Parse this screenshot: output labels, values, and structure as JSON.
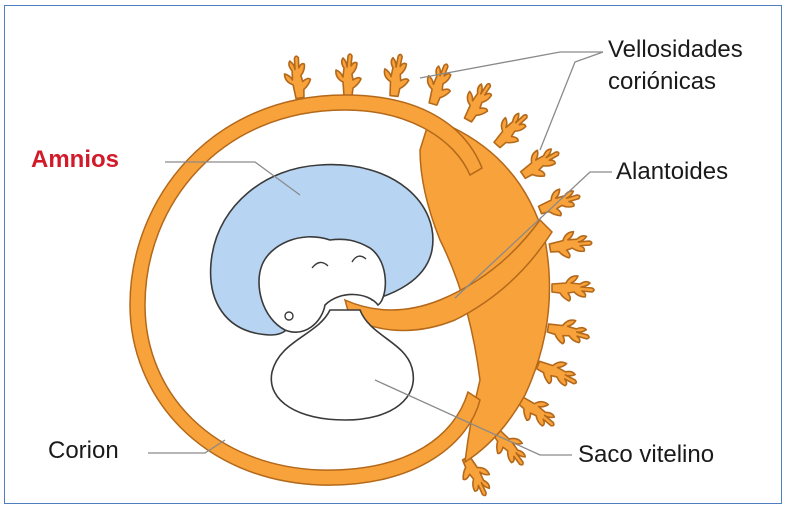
{
  "labels": {
    "vellosidades_line1": "Vellosidades",
    "vellosidades_line2": "coriónicas",
    "amnios": "Amnios",
    "alantoides": "Alantoides",
    "corion": "Corion",
    "saco_vitelino": "Saco vitelino"
  },
  "colors": {
    "corion": "#f7a23a",
    "corion_stroke": "#b4681a",
    "amnios": "#b7d5f3",
    "amnios_label": "#d11a2a",
    "frame_border": "#4f7fc0",
    "leader_line": "#8a8a8a"
  }
}
